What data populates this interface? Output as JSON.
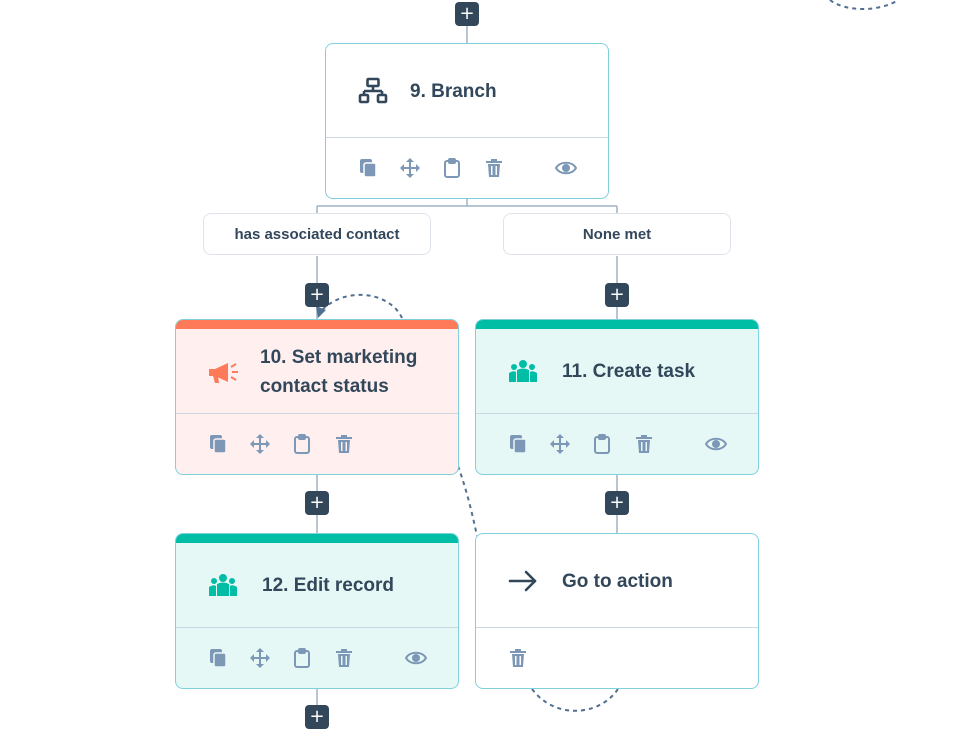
{
  "nodes": {
    "branch": {
      "title": "9. Branch",
      "icon": "branch-icon"
    },
    "set_status": {
      "title_line1": "10. Set marketing",
      "title_line2": "contact status",
      "icon": "megaphone-icon",
      "accent": "#ff7a59"
    },
    "create_task": {
      "title": "11. Create task",
      "icon": "people-icon",
      "accent": "#00bda5"
    },
    "edit_record": {
      "title": "12. Edit record",
      "icon": "people-icon",
      "accent": "#00bda5"
    },
    "go_to_action": {
      "title": "Go to action",
      "icon": "arrow-right-icon"
    }
  },
  "branches": {
    "left": "has associated contact",
    "right": "None met"
  },
  "add_button_label": "+",
  "action_icons": [
    "copy-icon",
    "move-icon",
    "clipboard-icon",
    "trash-icon",
    "eye-icon"
  ],
  "colors": {
    "border": "#7fd1de",
    "divider": "#cbd6e2",
    "text": "#33475b",
    "icon": "#7c98b6",
    "orange": "#ff7a59",
    "teal": "#00bda5"
  }
}
